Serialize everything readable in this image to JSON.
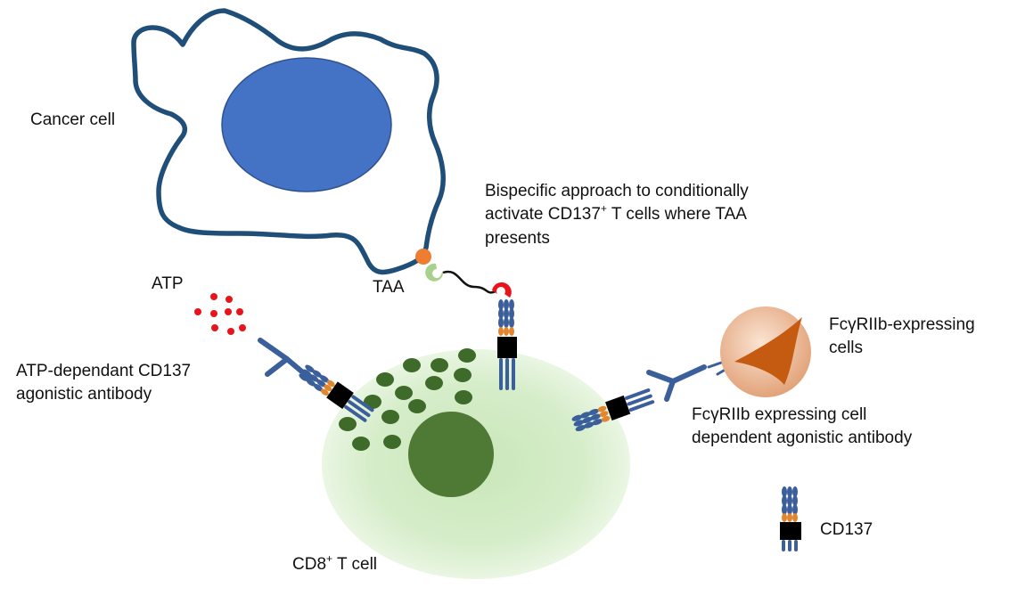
{
  "labels": {
    "cancer_cell": "Cancer cell",
    "bispecific": {
      "line1": "Bispecific approach to conditionally",
      "line2_pre": "activate CD137",
      "line2_sup": "+",
      "line2_post": " T cells where TAA",
      "line3": "presents"
    },
    "taa": "TAA",
    "atp": "ATP",
    "atp_antibody": {
      "line1": "ATP-dependant  CD137",
      "line2": "agonistic antibody"
    },
    "fcr_cells": {
      "line1": "FcγRIIb-expressing",
      "line2": "cells"
    },
    "fcr_antibody": {
      "line1": "FcγRIIb expressing cell",
      "line2": "dependent  agonistic antibody"
    },
    "t_cell": {
      "pre": "CD8",
      "sup": "+",
      "post": " T cell"
    },
    "legend_cd137": "CD137"
  },
  "colors": {
    "cancer_membrane": "#1f4e79",
    "cancer_nucleus": "#4472c4",
    "t_cell_body": "#d9efcf",
    "t_cell_nucleus": "#4f7a35",
    "granules": "#3f6b2a",
    "receptor_blue": "#3b5f9a",
    "receptor_orange": "#e2852f",
    "transmembrane": "#000000",
    "atp_dots": "#e8141c",
    "taa_orange": "#ed7d31",
    "binder_green": "#a9d18e",
    "binder_red": "#e8141c",
    "fcr_cell_outer": "#e9b08a",
    "fcr_cell_inner": "#c55a11"
  }
}
